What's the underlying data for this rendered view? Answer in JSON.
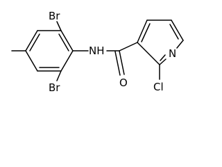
{
  "molecule": {
    "atoms": {
      "br_top": "Br",
      "br_bottom": "Br",
      "nh": "NH",
      "o": "O",
      "n_ring": "N",
      "cl": "Cl"
    }
  }
}
